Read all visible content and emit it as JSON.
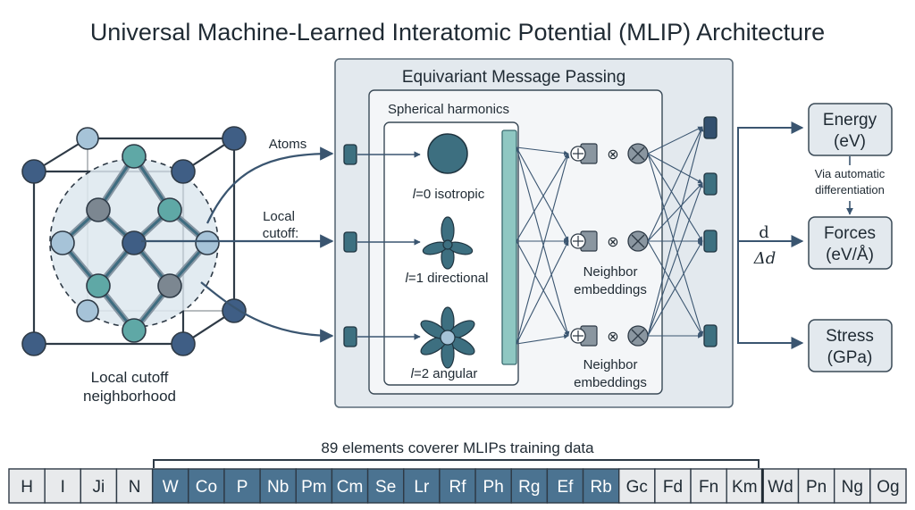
{
  "title": "Universal Machine-Learned Interatomic Potential (MLIP) Architecture",
  "lattice": {
    "caption_line1": "Local cutoff",
    "caption_line2": "neighborhood"
  },
  "inputs": {
    "atoms_label": "Atoms",
    "cutoff_label_line1": "Local",
    "cutoff_label_line2": "cutoff:"
  },
  "message_passing": {
    "title": "Equivariant Message Passing",
    "harmonics_title": "Spherical harmonics",
    "l0": {
      "symbol": "l",
      "label": "=0 isotropic"
    },
    "l1": {
      "symbol": "l",
      "label": "=1 directional"
    },
    "l2": {
      "symbol": "l",
      "label": "=2 angular"
    },
    "neighbor_1": {
      "line1": "Neighbor",
      "line2": "embeddings"
    },
    "neighbor_2": {
      "line1": "Neighbor",
      "line2": "embeddings"
    },
    "otimes": "⊗"
  },
  "derivative": {
    "numerator": "d",
    "denominator": "Δd"
  },
  "outputs": {
    "energy": {
      "line1": "Energy",
      "line2": "(eV)"
    },
    "autodiff": {
      "line1": "Via automatic",
      "line2": "differentiation"
    },
    "forces": {
      "line1": "Forces",
      "line2": "(eV/Å)"
    },
    "stress": {
      "line1": "Stress",
      "line2": "(GPa)"
    }
  },
  "elements": {
    "title": "89 elements coverer MLIPs training data",
    "highlight_start": 4,
    "highlight_end": 16,
    "items": [
      "H",
      "I",
      "Ji",
      "N",
      "W",
      "Co",
      "P",
      "Nb",
      "Pm",
      "Cm",
      "Se",
      "Lr",
      "Rf",
      "Ph",
      "Rg",
      "Ef",
      "Rb",
      "Gc",
      "Fd",
      "Fn",
      "Km",
      "Wd",
      "Pn",
      "Ng",
      "Og"
    ]
  },
  "colors": {
    "dark_node": "#3f5e85",
    "teal_node": "#5fa8a6",
    "light_node": "#a6c3d8",
    "gray_node": "#7c8791",
    "panel_bg": "#e3e9ee",
    "highlight_cell": "#4b7391",
    "plain_cell": "#e8eaec",
    "arrow": "#3a5570"
  }
}
